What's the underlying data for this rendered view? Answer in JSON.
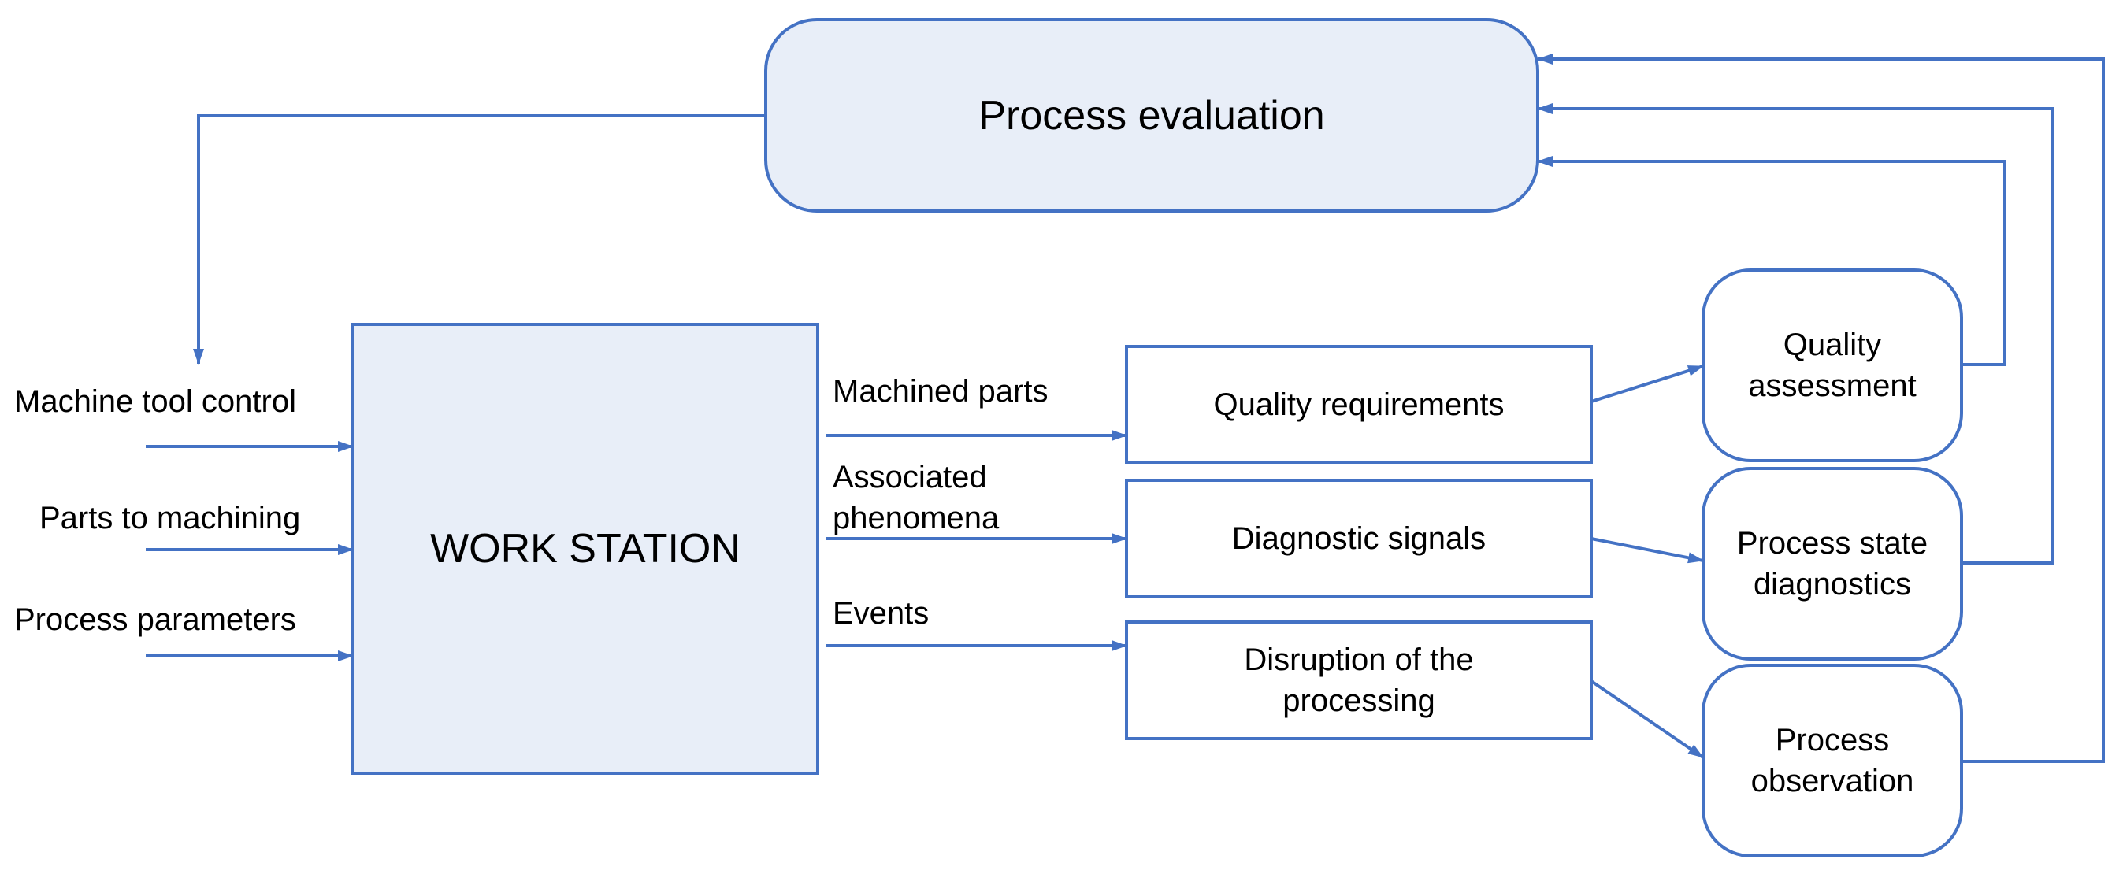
{
  "colors": {
    "stroke": "#4472c4",
    "fill_light": "#e8eef8",
    "text": "#000000"
  },
  "nodes": {
    "process_evaluation": "Process evaluation",
    "work_station": "WORK STATION",
    "quality_requirements": "Quality requirements",
    "diagnostic_signals": "Diagnostic signals",
    "disruption_line1": "Disruption of the",
    "disruption_line2": "processing",
    "quality_assessment_line1": "Quality",
    "quality_assessment_line2": "assessment",
    "process_state_line1": "Process state",
    "process_state_line2": "diagnostics",
    "process_observation_line1": "Process",
    "process_observation_line2": "observation"
  },
  "inputs": {
    "machine_tool_control": "Machine tool control",
    "parts_to_machining": "Parts to machining",
    "process_parameters": "Process parameters"
  },
  "outputs": {
    "machined_parts": "Machined parts",
    "associated_line1": "Associated",
    "associated_line2": "phenomena",
    "events": "Events"
  }
}
